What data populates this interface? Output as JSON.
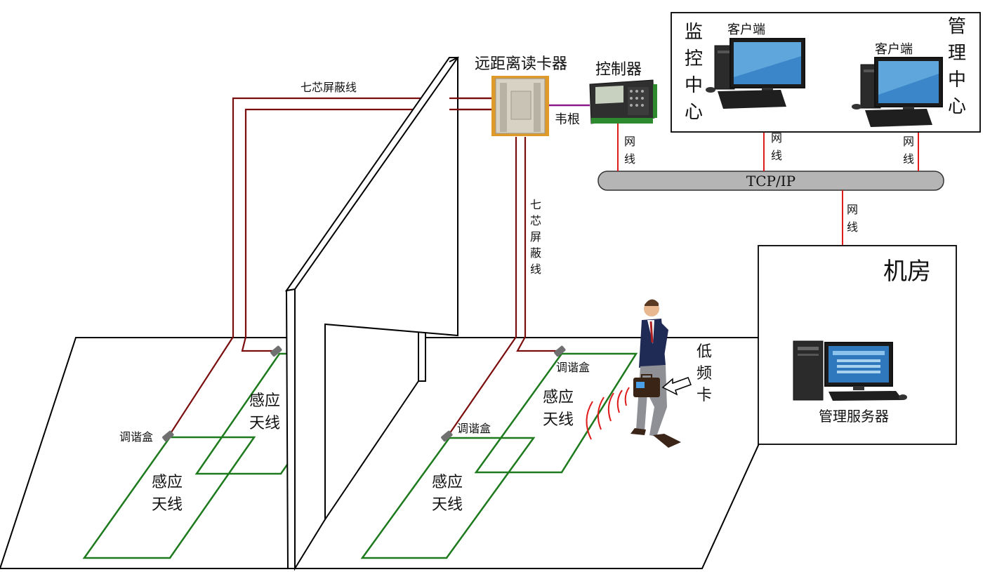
{
  "labels": {
    "remote_reader": "远距离读卡器",
    "controller": "控制器",
    "wiegand": "韦根",
    "cable_seven_core_h": "七芯屏蔽线",
    "cable_seven_core_v": [
      "七",
      "芯",
      "屏",
      "蔽",
      "线"
    ],
    "monitor_center": [
      "监",
      "控",
      "中",
      "心"
    ],
    "management_center": [
      "管",
      "理",
      "中",
      "心"
    ],
    "client_left": "客户端",
    "client_right": "客户端",
    "network_cable": [
      "网",
      "线"
    ],
    "tcpip": "TCP/IP",
    "machine_room": "机房",
    "management_server": "管理服务器",
    "tuning_box": "调谐盒",
    "antenna": [
      "感应",
      "天线"
    ],
    "lf_card": [
      "低",
      "频",
      "卡"
    ]
  },
  "colors": {
    "network_cable": "#e01b1b",
    "shielded_cable": "#7a0d0d",
    "antenna_loop": "#1d7a1d",
    "wiegand_cable": "#8a1a8a",
    "bus_fill": "#b5b5b5",
    "reader_body": "#d8d2c4",
    "reader_frame": "#e09a2a"
  }
}
